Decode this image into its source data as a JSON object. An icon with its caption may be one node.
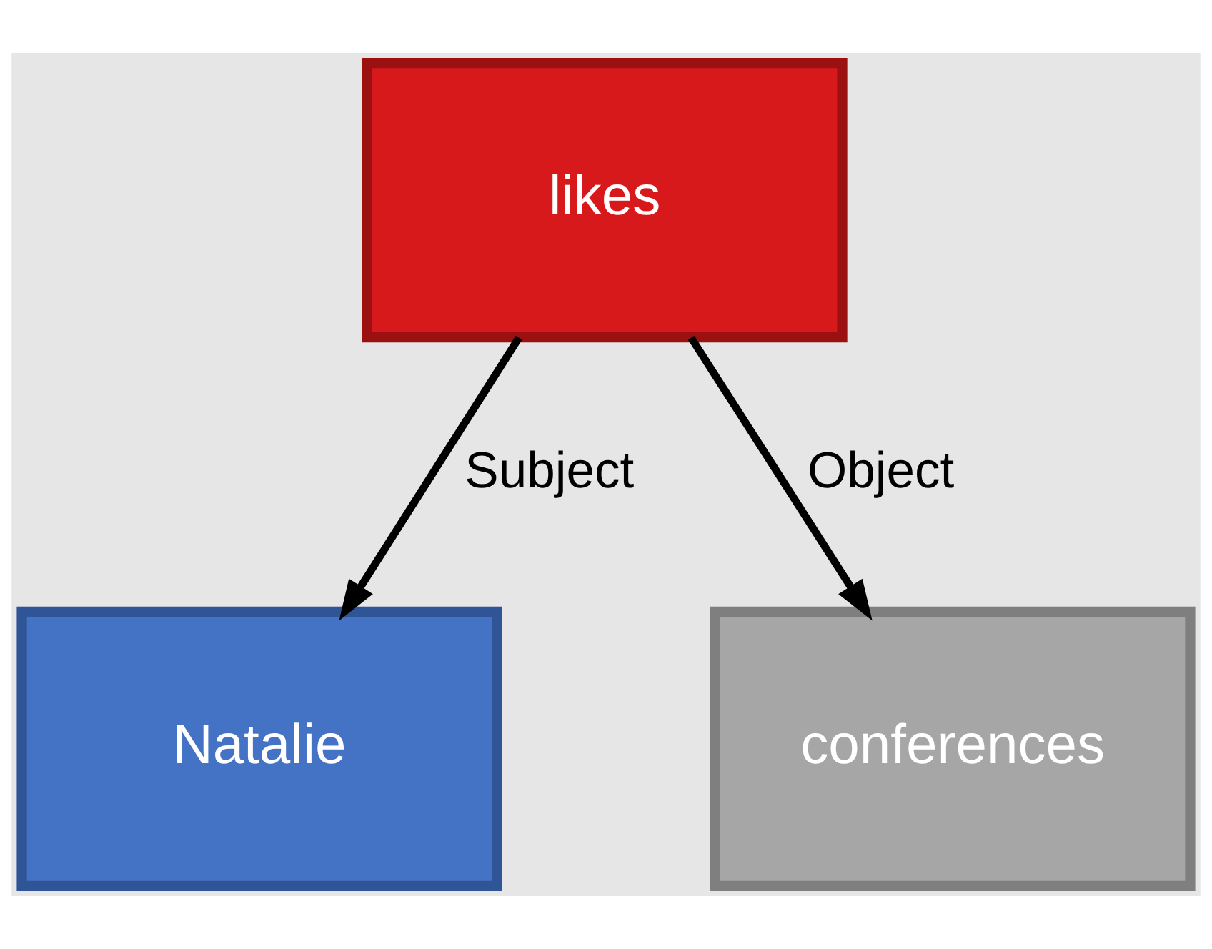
{
  "diagram": {
    "nodes": [
      {
        "text": [
          "likes"
        ]
      },
      {
        "text": [
          "Natalie"
        ]
      },
      {
        "text": [
          "conferences"
        ]
      }
    ],
    "edges": [
      {
        "from": 0,
        "to": 1,
        "arrow": "to",
        "label": "Subject"
      },
      {
        "from": 0,
        "to": 2,
        "arrow": "to",
        "label": "Object"
      }
    ]
  }
}
